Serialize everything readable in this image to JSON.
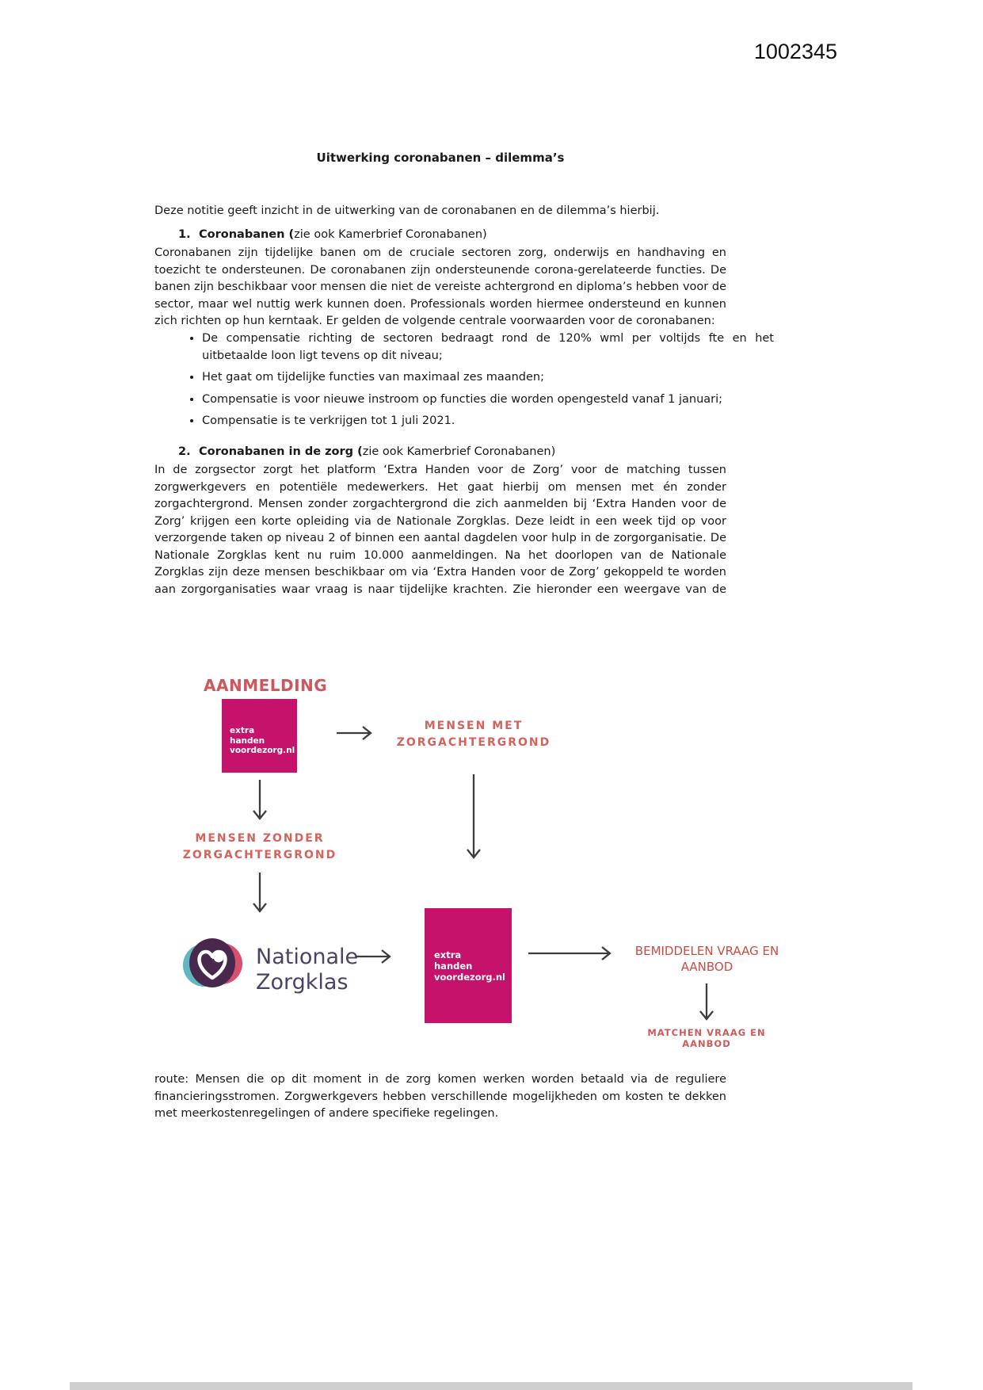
{
  "page": {
    "number": "1002345"
  },
  "document": {
    "title": "Uitwerking coronabanen – dilemma’s",
    "intro": "Deze notitie geeft inzicht in de uitwerking van de coronabanen en de dilemma’s hierbij.",
    "section1": {
      "number": "1.",
      "heading_bold": "Coronabanen (",
      "heading_rest": "zie ook Kamerbrief Coronabanen)",
      "paragraph": "Coronabanen zijn tijdelijke banen om de cruciale sectoren zorg, onderwijs en handhaving en toezicht te ondersteunen. De coronabanen zijn ondersteunende corona-gerelateerde functies. De banen zijn beschikbaar voor mensen die niet de vereiste achtergrond en diploma’s hebben voor de sector, maar wel nuttig werk kunnen doen. Professionals worden hiermee ondersteund en kunnen zich richten op hun kerntaak. Er gelden de volgende centrale voorwaarden voor de coronabanen:",
      "bullets": [
        "De compensatie richting de sectoren bedraagt rond de 120% wml per voltijds fte en het uitbetaalde loon ligt tevens op dit niveau;",
        "Het gaat om tijdelijke functies van maximaal zes maanden;",
        "Compensatie is voor nieuwe instroom op functies die worden opengesteld vanaf 1 januari;",
        "Compensatie is te verkrijgen tot 1 juli 2021."
      ]
    },
    "section2": {
      "number": "2.",
      "heading_bold": "Coronabanen in de zorg (",
      "heading_rest": "zie ook Kamerbrief Coronabanen)",
      "paragraph": "In de zorgsector zorgt het platform ‘Extra Handen voor de Zorg’ voor de matching tussen zorgwerkgevers en potentiële medewerkers. Het gaat hierbij om mensen met én zonder zorgachtergrond. Mensen zonder zorgachtergrond die zich aanmelden bij ‘Extra Handen voor de Zorg’ krijgen een korte opleiding via de Nationale Zorgklas. Deze leidt in een week tijd op voor verzorgende taken op niveau 2 of binnen een aantal dagdelen voor hulp in de zorgorganisatie. De Nationale Zorgklas kent nu ruim 10.000 aanmeldingen. Na het doorlopen van de Nationale Zorgklas zijn deze mensen beschikbaar om via ‘Extra Handen voor de Zorg’ gekoppeld te worden aan zorgorganisaties waar vraag is naar tijdelijke krachten. Zie hieronder een weergave van de"
    },
    "route_paragraph": "route: Mensen die op dit moment in de zorg komen werken worden betaald via de reguliere financieringsstromen. Zorgwerkgevers hebben verschillende mogelijkheden om kosten te dekken met meerkostenregelingen of andere specifieke regelingen."
  },
  "diagram": {
    "title": "AANMELDING",
    "extra_handen_logo": "extra\nhanden\nvoordezorg.nl",
    "labels": {
      "mensen_met": "MENSEN MET\nZORGACHTERGROND",
      "mensen_zonder": "MENSEN ZONDER\nZORGACHTERGROND",
      "nationale_zorgklas": "Nationale\nZorgklas",
      "bemiddelen": "BEMIDDELEN VRAAG EN\nAANBOD",
      "matchen": "MATCHEN VRAAG EN\nAANBOD"
    },
    "colors": {
      "magenta": "#c5136b",
      "salmon_title": "#cf555e",
      "salmon_label": "#d4635c",
      "red_label": "#ce4a45",
      "arrow": "#3d3d3d",
      "zorgklas_text": "#4c4363",
      "logo_teal": "#5fb7bf",
      "logo_pink": "#d94f6e",
      "logo_purple": "#48294d"
    }
  }
}
